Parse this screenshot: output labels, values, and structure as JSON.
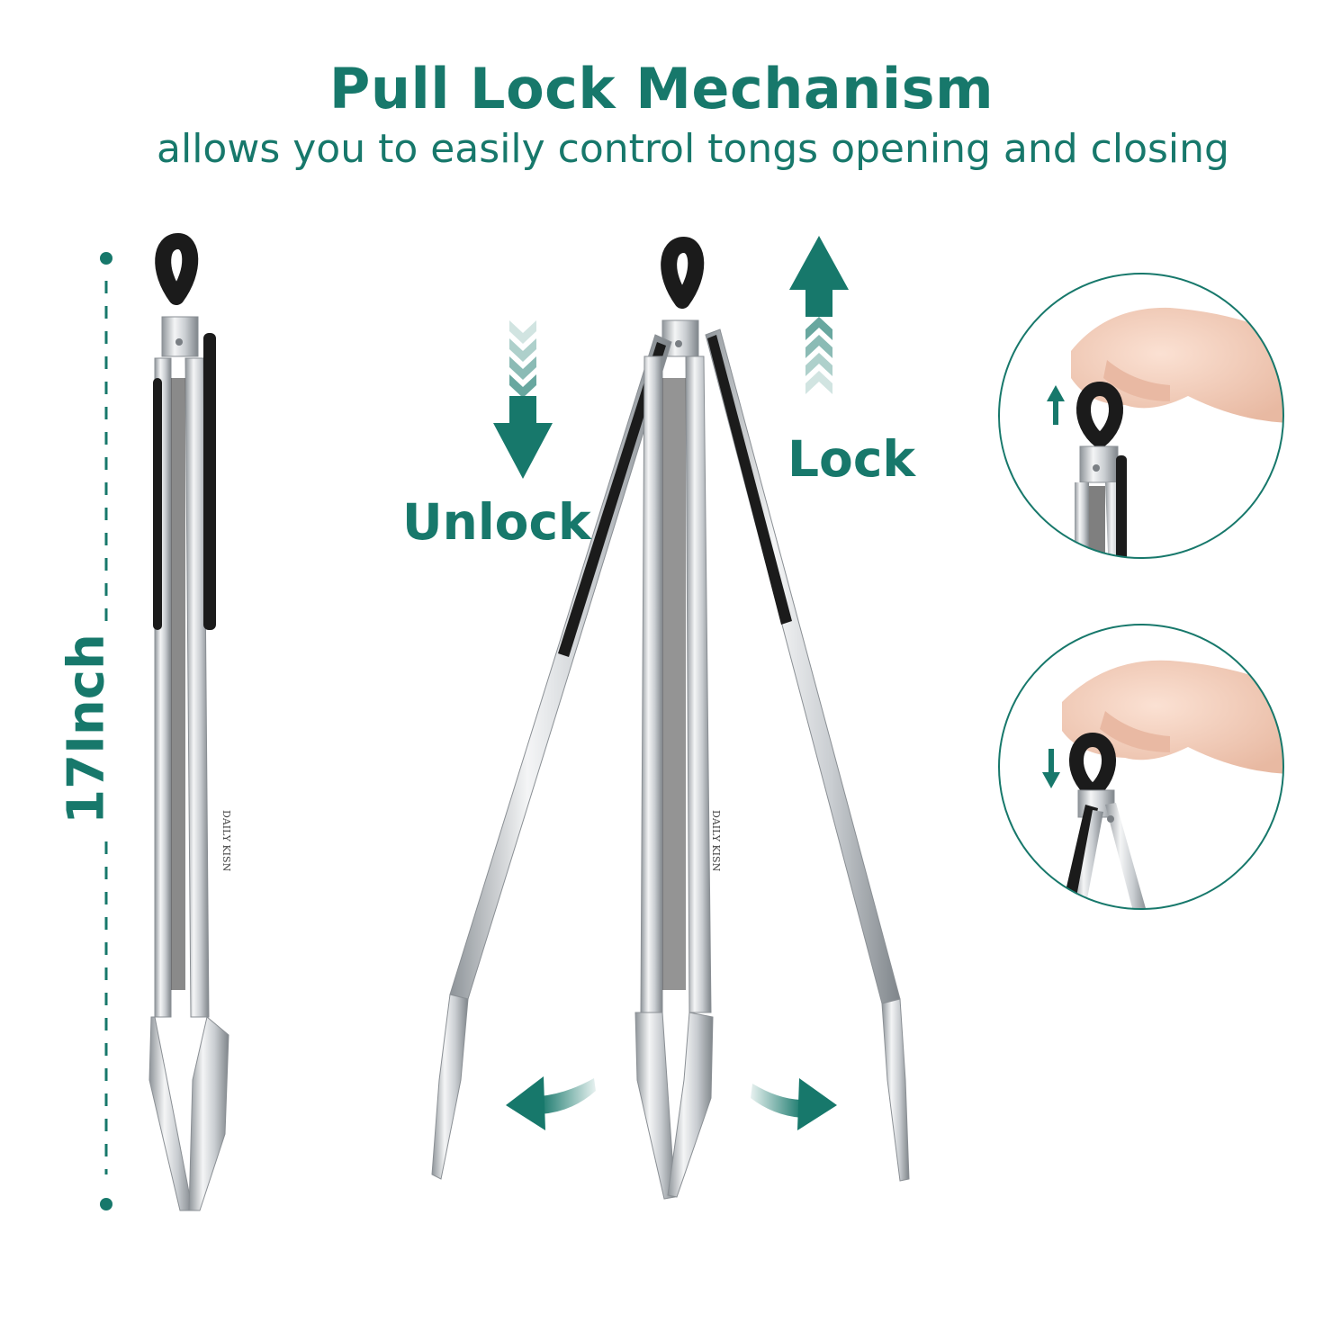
{
  "header": {
    "title": "Pull Lock Mechanism",
    "subtitle": "allows you to easily control tongs opening and closing"
  },
  "labels": {
    "lock": "Lock",
    "unlock": "Unlock",
    "size": "17Inch"
  },
  "brand": {
    "engraving": "DAILY KISN"
  },
  "colors": {
    "accent": "#17786b",
    "steel": "#d9dcdf",
    "silicone": "#1b1b1b"
  }
}
